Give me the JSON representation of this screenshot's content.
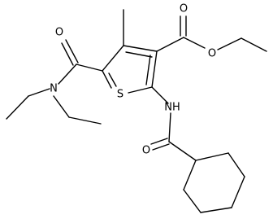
{
  "molecule": {
    "atoms": {
      "ester_carbonyl_o": "O",
      "ester_ether_o": "O",
      "amide_carbonyl_o": "O",
      "amide_n": "N",
      "ring_s": "S",
      "nh": "NH",
      "cyclohexanoyl_o": "O"
    }
  },
  "colors": {
    "bond": "#000000",
    "text": "#000000",
    "background": "#ffffff"
  }
}
